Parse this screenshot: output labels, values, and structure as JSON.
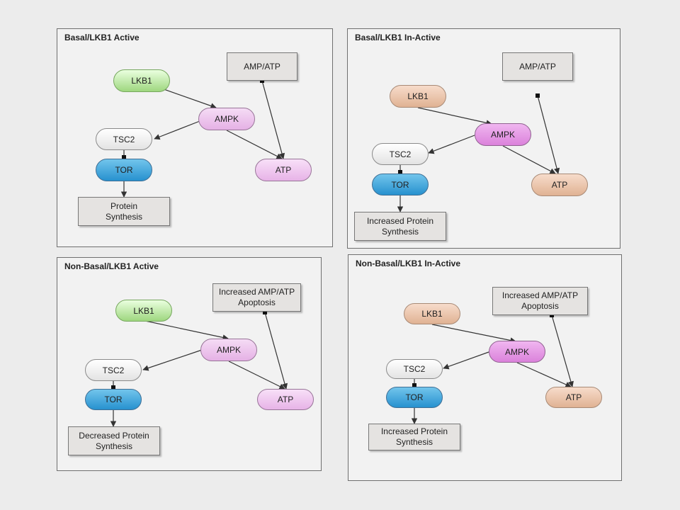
{
  "panels": [
    {
      "title": "Basal/LKB1 Active",
      "lkb1": "LKB1",
      "amp_atp": "AMP/ATP",
      "ampk": "AMPK",
      "tsc2": "TSC2",
      "tor": "TOR",
      "atp": "ATP",
      "synthesis": "Protein\nSynthesis"
    },
    {
      "title": "Basal/LKB1 In-Active",
      "lkb1": "LKB1",
      "amp_atp": "AMP/ATP",
      "ampk": "AMPK",
      "tsc2": "TSC2",
      "tor": "TOR",
      "atp": "ATP",
      "synthesis": "Increased Protein\nSynthesis"
    },
    {
      "title": "Non-Basal/LKB1 Active",
      "lkb1": "LKB1",
      "amp_atp": "Increased AMP/ATP\nApoptosis",
      "ampk": "AMPK",
      "tsc2": "TSC2",
      "tor": "TOR",
      "atp": "ATP",
      "synthesis": "Decreased Protein\nSynthesis"
    },
    {
      "title": "Non-Basal/LKB1 In-Active",
      "lkb1": "LKB1",
      "amp_atp": "Increased AMP/ATP\nApoptosis",
      "ampk": "AMPK",
      "tsc2": "TSC2",
      "tor": "TOR",
      "atp": "ATP",
      "synthesis": "Increased Protein\nSynthesis"
    }
  ],
  "edges": [
    {
      "from": "lkb1",
      "to": "ampk",
      "type": "activates"
    },
    {
      "from": "ampk",
      "to": "tsc2",
      "type": "activates"
    },
    {
      "from": "ampk",
      "to": "atp",
      "type": "activates"
    },
    {
      "from": "amp_atp",
      "to": "atp",
      "type": "activates"
    },
    {
      "from": "tsc2",
      "to": "tor",
      "type": "inhibits"
    },
    {
      "from": "tor",
      "to": "synthesis",
      "type": "activates"
    }
  ],
  "colors": {
    "lkb1_active": "#9ed77f",
    "lkb1_inactive": "#e0b293",
    "ampk": "#db82db",
    "tor": "#2791cf",
    "edge": "#333333"
  }
}
